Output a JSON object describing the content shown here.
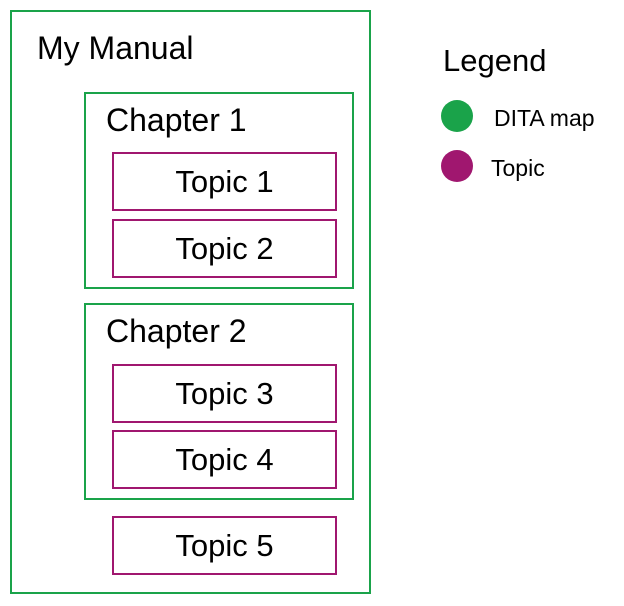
{
  "diagram": {
    "manual": {
      "title": "My Manual",
      "chapters": [
        {
          "title": "Chapter 1",
          "topics": [
            "Topic 1",
            "Topic 2"
          ]
        },
        {
          "title": "Chapter 2",
          "topics": [
            "Topic 3",
            "Topic 4"
          ]
        }
      ],
      "standalone_topic": "Topic 5"
    }
  },
  "legend": {
    "title": "Legend",
    "items": [
      {
        "label": "DITA map",
        "color": "#1aa34a"
      },
      {
        "label": "Topic",
        "color": "#a0176f"
      }
    ]
  }
}
